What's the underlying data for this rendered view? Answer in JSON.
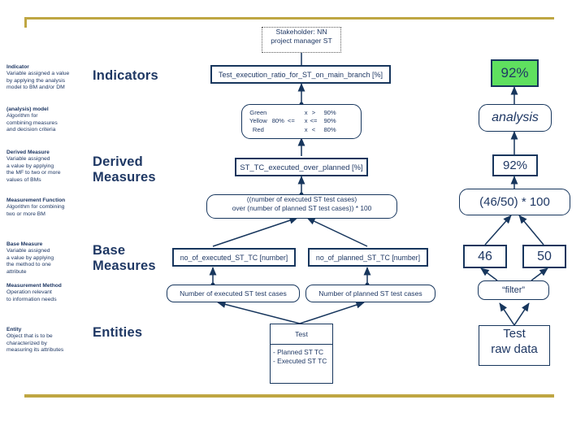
{
  "slide": {
    "accent_color": "#BFA642",
    "node_color": "#17365D",
    "text_color": "#1F3864",
    "highlight_color": "#5FE05F"
  },
  "definitions": [
    {
      "term": "Indicator",
      "desc": "Variable assigned a value\nby applying the analysis\nmodel to BM and/or DM"
    },
    {
      "term": "(analysis) model",
      "desc": "Algorithm for\ncombining measures\nand decision criteria"
    },
    {
      "term": "Derived Measure",
      "desc": "Variable assigned\na value by applying\nthe MF to two or more\nvalues of BMs"
    },
    {
      "term": "Measurement Function",
      "desc": "Algorithm for combining\ntwo or more BM"
    },
    {
      "term": "Base Measure",
      "desc": "Variable assigned\na value by applying\nthe method to one\nattribute"
    },
    {
      "term": "Measurement Method",
      "desc": "Operation relevant\nto information needs"
    },
    {
      "term": "Entity",
      "desc": "Object that is to be\ncharacterized by\nmeasuring its attributes"
    }
  ],
  "levels": [
    {
      "label": "Indicators"
    },
    {
      "label": "Derived\nMeasures"
    },
    {
      "label": "Base\nMeasures"
    },
    {
      "label": "Entities"
    }
  ],
  "model": {
    "stakeholder": "Stakeholder: NN\nproject manager ST",
    "indicator": "Test_execution_ratio_for_ST_on_main_branch [%]",
    "decision_criteria": {
      "rows": [
        {
          "color": "Green",
          "low": "",
          "op1": "",
          "var": "x",
          "op2": ">",
          "high": "90%"
        },
        {
          "color": "Yellow",
          "low": "80%",
          "op1": "<=",
          "var": "x",
          "op2": "<=",
          "high": "90%"
        },
        {
          "color": "Red",
          "low": "",
          "op1": "",
          "var": "x",
          "op2": "<",
          "high": "80%"
        }
      ]
    },
    "derived_measure": "ST_TC_executed_over_planned  [%]",
    "measurement_function": "((number of executed ST test cases)\n over (number of planned ST test cases)) * 100",
    "base_measure_left": "no_of_executed_ST_TC  [number]",
    "base_measure_right": "no_of_planned_ST_TC  [number]",
    "method_left": "Number of executed ST test cases",
    "method_right": "Number of planned ST test cases",
    "entity": {
      "title": "Test",
      "attributes": "- Planned ST TC\n- Executed ST TC"
    }
  },
  "example": {
    "indicator_value": "92%",
    "analysis": "analysis",
    "derived_value": "92%",
    "function_expression": "(46/50) * 100",
    "base_value_left": "46",
    "base_value_right": "50",
    "method": "“filter”",
    "entity": "Test\nraw data"
  }
}
